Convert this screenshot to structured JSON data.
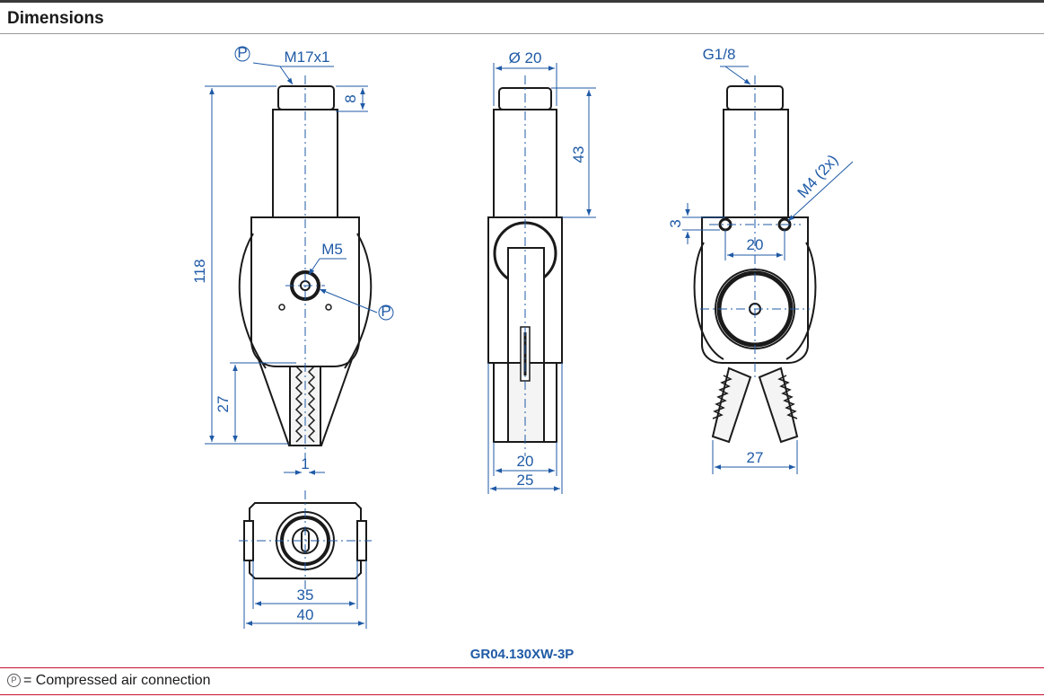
{
  "header": {
    "title": "Dimensions"
  },
  "caption": "GR04.130XW-3P",
  "legend": {
    "symbol": "P",
    "text": "= Compressed air connection"
  },
  "colors": {
    "dimension": "#1f5aa6",
    "accent_line": "#c8102e",
    "outline": "#1a1a1a"
  },
  "views": {
    "left": {
      "port_symbol": "P",
      "thread_top": "M17x1",
      "thread_side": "M5",
      "height_total": "118",
      "height_cap": "8",
      "jaw_length": "27",
      "jaw_gap": "1"
    },
    "bottom": {
      "width_inner": "35",
      "width_outer": "40"
    },
    "middle": {
      "diameter": "Ø 20",
      "height_upper": "43",
      "width_inner": "20",
      "width_outer": "25"
    },
    "right": {
      "port_thread": "G1/8",
      "mount_thread": "M4 (2x)",
      "hole_offset": "3",
      "hole_spacing": "20",
      "jaw_span": "27"
    }
  }
}
